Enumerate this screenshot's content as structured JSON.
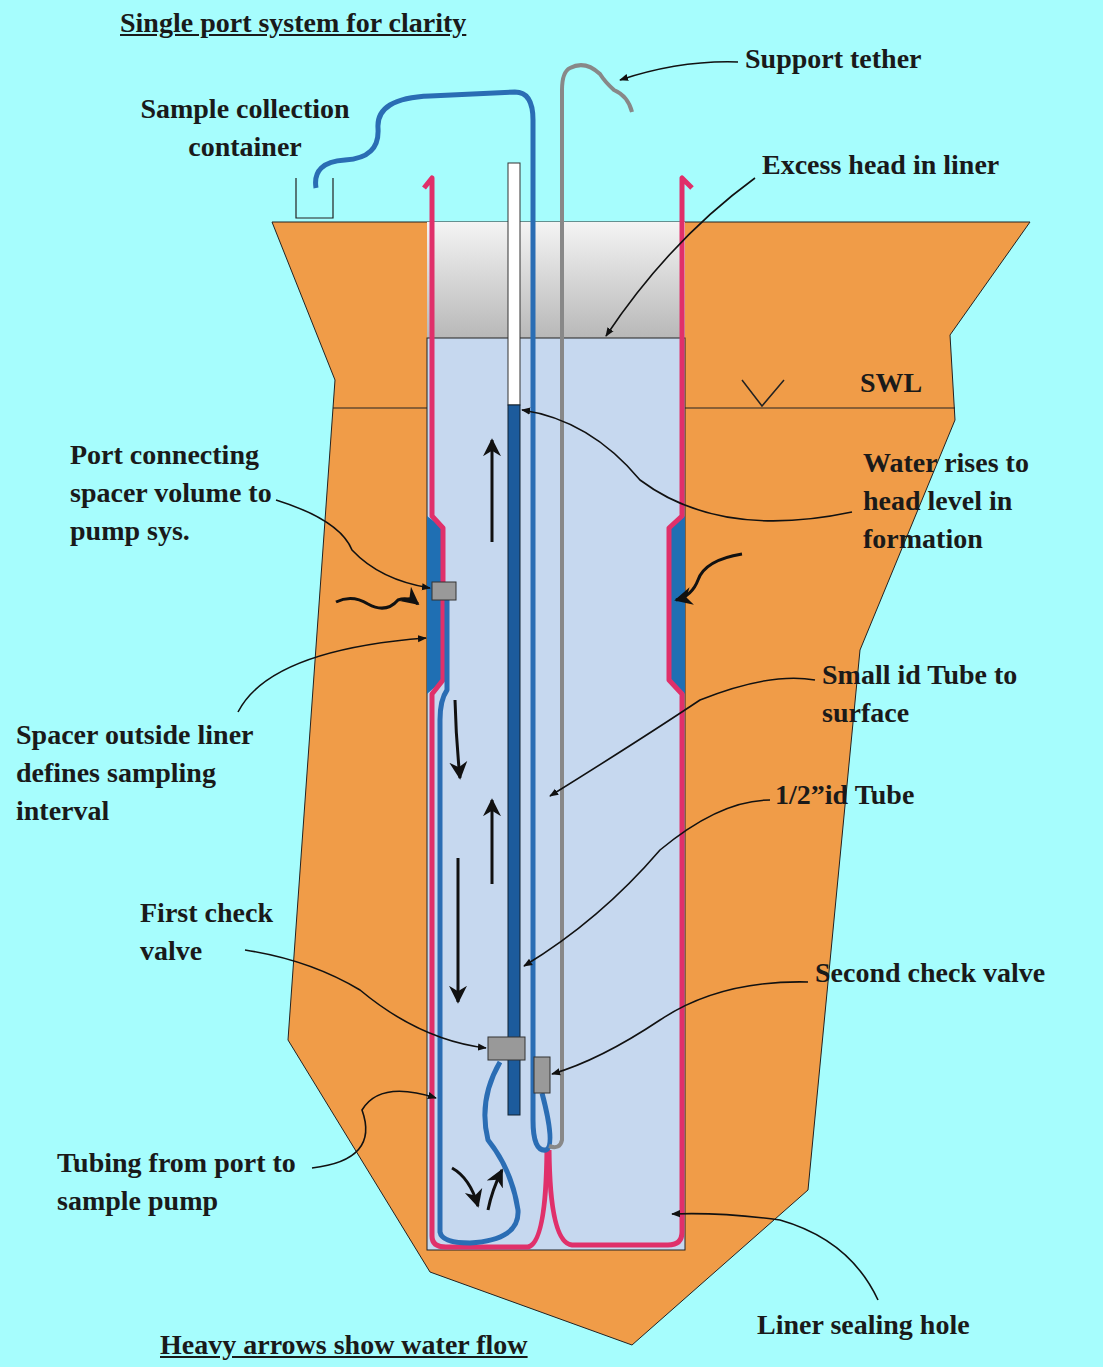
{
  "diagram": {
    "title": "Single port system for clarity",
    "caption": "Heavy arrows show water flow",
    "labels": [
      "Support tether",
      "Sample collection container",
      "Excess head in liner",
      "SWL",
      "Port connecting spacer volume to pump sys.",
      "Water rises to head level in formation",
      "Spacer outside liner defines sampling interval",
      "Small id Tube to surface",
      "1/2”id Tube",
      "First check valve",
      "Second check valve",
      "Tubing from port to sample pump",
      "Liner sealing hole"
    ]
  }
}
